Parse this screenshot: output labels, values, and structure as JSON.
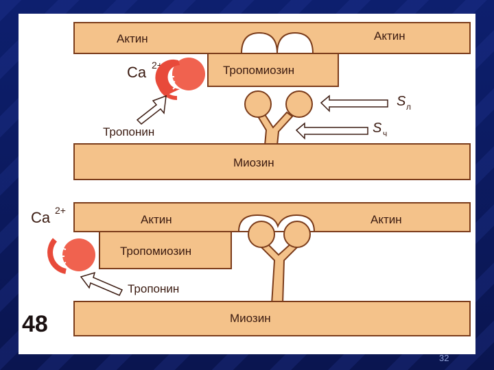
{
  "colors": {
    "filament": "#f4c28a",
    "filament_border": "#7a3b1a",
    "troponin": "#f0624f",
    "background": "#0b1a5c"
  },
  "top": {
    "actin_left": "Актин",
    "actin_right": "Актин",
    "tropomyosin": "Тропомиозин",
    "ca_label": "Ca",
    "ca_charge": "2+",
    "troponin": "Тропонин",
    "s_long": "S",
    "s_long_sub": "л",
    "s_short": "S",
    "s_short_sub": "ч",
    "myosin": "Миозин"
  },
  "bottom": {
    "actin_left": "Актин",
    "actin_right": "Актин",
    "tropomyosin": "Тропомиозин",
    "ca_label": "Ca",
    "ca_charge": "2+",
    "troponin": "Тропонин",
    "myosin": "Миозин"
  },
  "figure_number": "48",
  "slide_number": "32"
}
